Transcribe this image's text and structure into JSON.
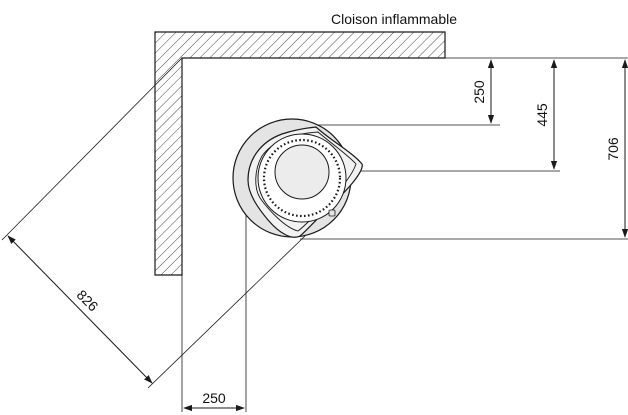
{
  "title": "Cloison inflammable",
  "dimensions": {
    "wall_to_grate_edge": "250",
    "wall_to_center": "445",
    "wall_to_base_edge": "706",
    "diagonal_to_front": "826",
    "side_wall_clearance": "250"
  },
  "colors": {
    "line": "#1a1a1a",
    "stove_fill": "#e6e6e6",
    "wall_fill": "#ffffff"
  }
}
